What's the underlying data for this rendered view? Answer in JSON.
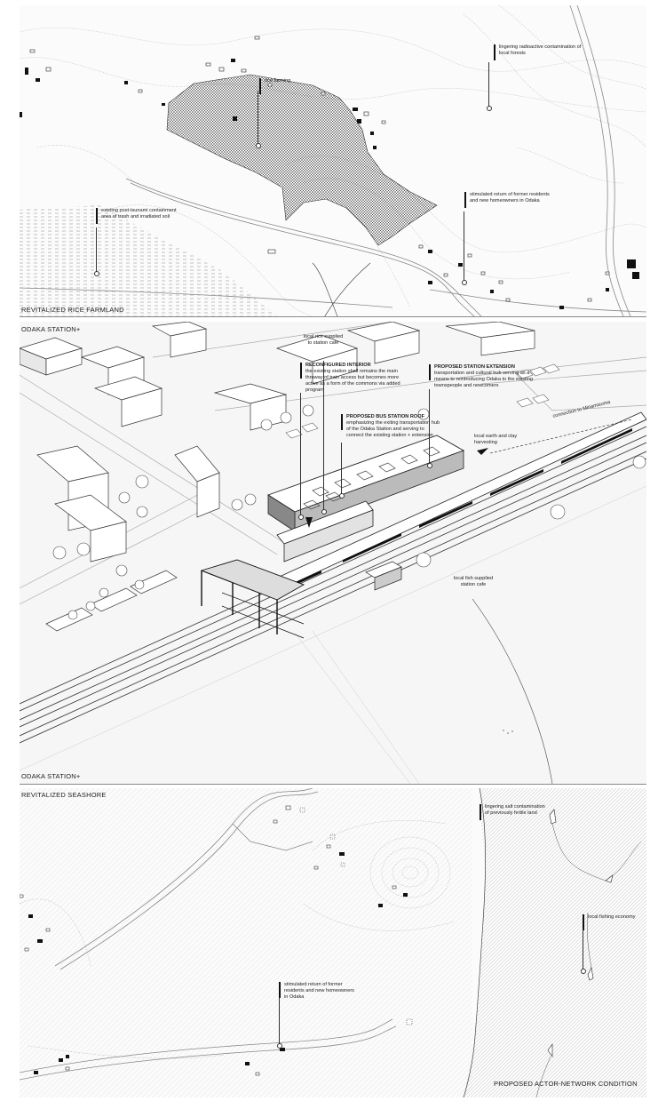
{
  "panels": {
    "top": {
      "title": "REVITALIZED RICE FARMLAND",
      "annotations": {
        "forest": "lingering radioactive contamination of local forests",
        "rice": "rice farming",
        "returnees": "stimulated return of former residents and new homeowners in Odaka",
        "containment": "existing post-tsunami containment area of trash and irradiated soil"
      }
    },
    "middle": {
      "title_top": "ODAKA STATION+",
      "title_bottom": "ODAKA STATION+",
      "annotations": {
        "rice_supply": "local rice supplied to station cafe",
        "interior_head": "RECONFIGURED INTERIOR",
        "interior_body": "the existing station shell remains the main thruway of train access but becomes more active as a form of the commons via added program",
        "extension_head": "PROPOSED STATION EXTENSION",
        "extension_body": "transportation and cultural hub serving as a means to reintroducing Odaka to the existing townspeople and newcomers",
        "roof_head": "PROPOSED BUS STATION ROOF",
        "roof_body": "emphasizing the exiting transportation hub of the Odaka Station and serving to connect the existing station + extension",
        "earth": "local earth and clay harvesting",
        "connection": "connection to Minamisoma",
        "fish": "local fish supplied station cafe"
      }
    },
    "bottom": {
      "title": "REVITALIZED SEASHORE",
      "footer": "PROPOSED ACTOR-NETWORK CONDITION",
      "annotations": {
        "salt": "lingering salt contamination of previously fertile land",
        "fishing": "local fishing economy",
        "returnees": "stimulated return of former residents and new homeowners in Odaka"
      }
    }
  },
  "colors": {
    "ink": "#222222",
    "paper": "#fbfbfb",
    "sea_hatch": "#bdbdbd",
    "building": "#ffffff"
  }
}
